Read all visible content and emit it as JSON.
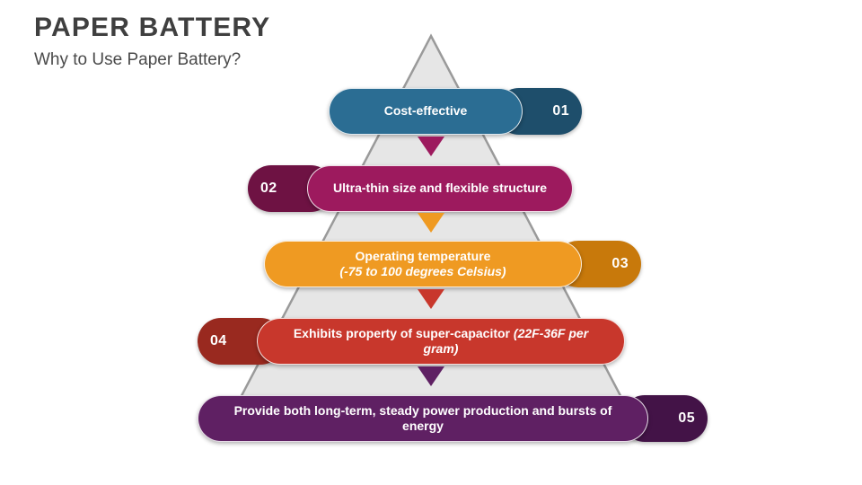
{
  "header": {
    "title": "PAPER BATTERY",
    "subtitle": "Why to Use Paper Battery?"
  },
  "colors": {
    "background": "#ffffff",
    "title_text": "#3f3f3f",
    "subtitle_text": "#4a4a4a",
    "triangle_fill": "#e6e6e6",
    "triangle_stroke": "#9a9a9a"
  },
  "pyramid": {
    "rows": [
      {
        "number": "01",
        "label": "Cost-effective",
        "sub": "",
        "sub_inline": false,
        "number_side": "right",
        "color": "#2b6d93",
        "cap_color": "#1e4e6b"
      },
      {
        "number": "02",
        "label": "Ultra-thin size and flexible structure",
        "sub": "",
        "sub_inline": false,
        "number_side": "left",
        "color": "#9d1a5e",
        "cap_color": "#6e1243"
      },
      {
        "number": "03",
        "label": "Operating temperature",
        "sub": "(-75 to 100 degrees Celsius)",
        "sub_inline": false,
        "number_side": "right",
        "color": "#ef9a22",
        "cap_color": "#c8790b"
      },
      {
        "number": "04",
        "label": "Exhibits property of super-capacitor",
        "sub": "(22F-36F per gram)",
        "sub_inline": true,
        "number_side": "left",
        "color": "#c8372c",
        "cap_color": "#99291f"
      },
      {
        "number": "05",
        "label": "Provide both long-term, steady power production and bursts of energy",
        "sub": "",
        "sub_inline": false,
        "number_side": "right",
        "color": "#5f2063",
        "cap_color": "#431347"
      }
    ],
    "arrows": [
      {
        "name": "arrow-to-row-2",
        "color": "#9d1a5e"
      },
      {
        "name": "arrow-to-row-3",
        "color": "#ef9a22"
      },
      {
        "name": "arrow-to-row-4",
        "color": "#c8372c"
      },
      {
        "name": "arrow-to-row-5",
        "color": "#5f2063"
      }
    ]
  }
}
